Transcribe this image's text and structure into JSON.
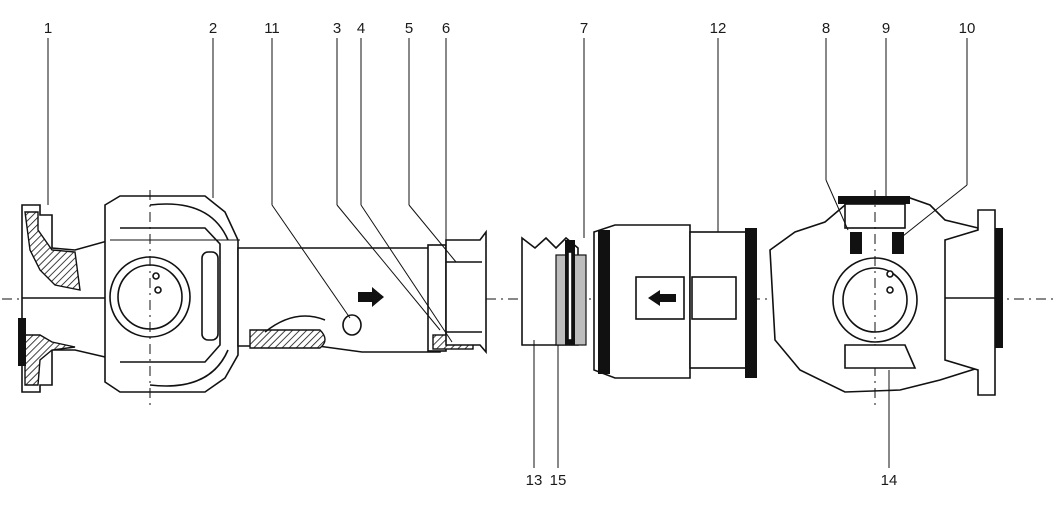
{
  "figure": {
    "callouts_top": [
      "1",
      "2",
      "11",
      "3",
      "4",
      "5",
      "6",
      "7",
      "12",
      "8",
      "9",
      "10"
    ],
    "callouts_bottom": [
      "13",
      "15",
      "14"
    ]
  },
  "colors": {
    "ink": "#111111",
    "paper": "#ffffff",
    "shade": "#bdbdbd"
  }
}
